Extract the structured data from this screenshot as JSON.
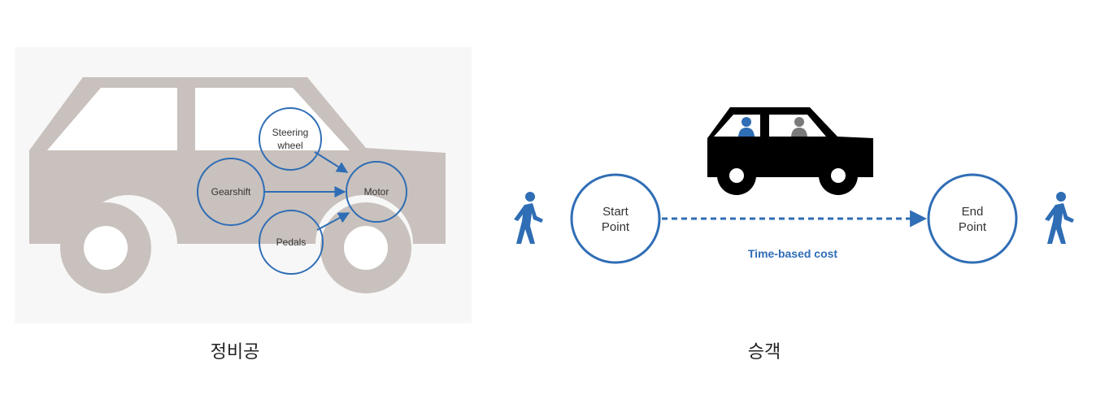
{
  "colors": {
    "car_silhouette": "#c9c1bd",
    "blue": "#2f6db5",
    "black": "#000000",
    "passenger_gray": "#7a7a7a",
    "panel_bg": "#f7f7f7"
  },
  "mechanic_panel": {
    "nodes": {
      "steering": [
        "Steering",
        "wheel"
      ],
      "gearshift": "Gearshift",
      "pedals": "Pedals",
      "motor": "Motor"
    },
    "caption": "정비공"
  },
  "passenger_panel": {
    "start": [
      "Start",
      "Point"
    ],
    "end": [
      "End",
      "Point"
    ],
    "cost_label": "Time-based cost",
    "caption": "승객",
    "icons": [
      "walking-person-icon",
      "car-icon",
      "driver-icon",
      "passenger-icon"
    ]
  }
}
